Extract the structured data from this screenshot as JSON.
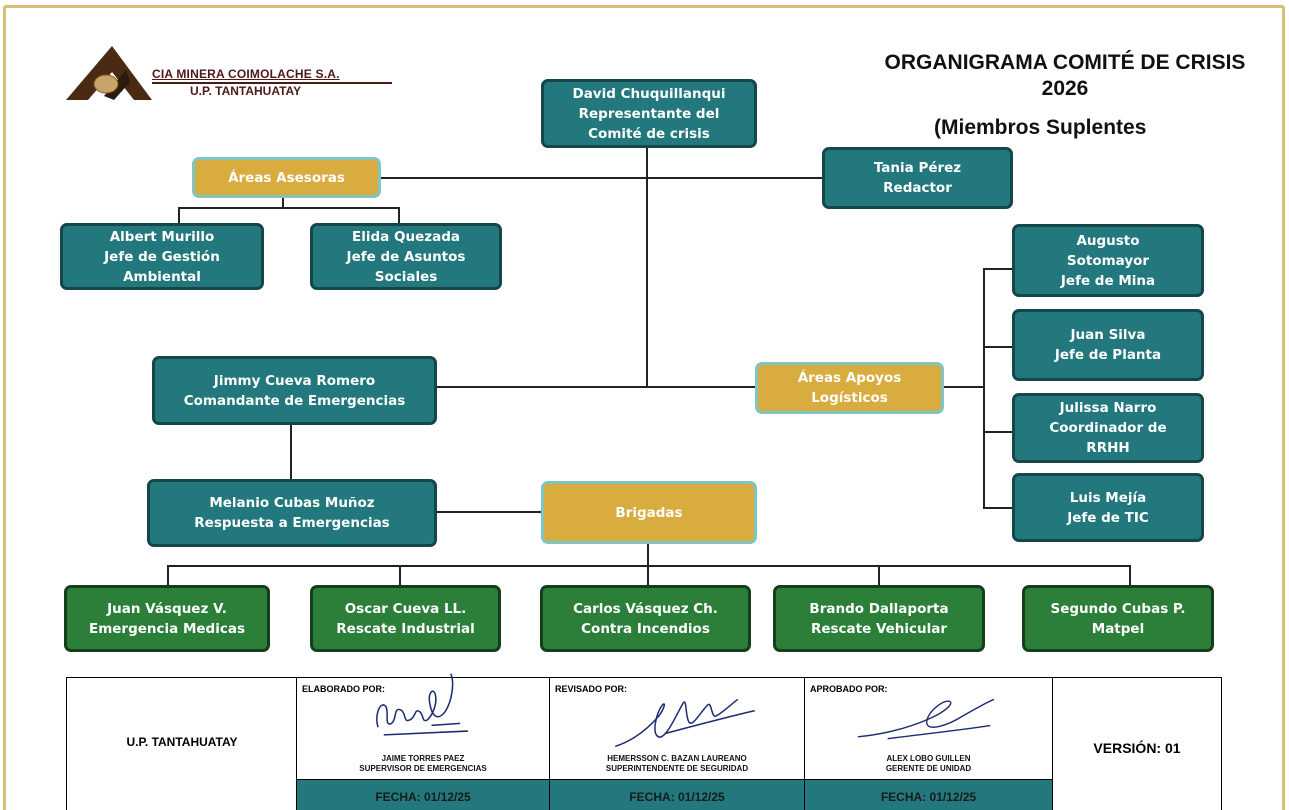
{
  "header": {
    "company_name": "CIA MINERA COIMOLACHE S.A.",
    "company_unit": "U.P. TANTAHUATAY",
    "title": "ORGANIGRAMA COMITÉ DE CRISIS  2026",
    "subtitle": "(Miembros Suplentes"
  },
  "org": {
    "representative": {
      "name": "David Chuquillanqui",
      "role": "Representante del Comité de crisis"
    },
    "advisory_areas": "Áreas Asesoras",
    "editor": {
      "name": "Tania Pérez",
      "role": "Redactor"
    },
    "advisors": [
      {
        "name": "Albert Murillo",
        "role": "Jefe de Gestión Ambiental"
      },
      {
        "name": "Elida Quezada",
        "role": "Jefe de Asuntos Sociales"
      }
    ],
    "commander": {
      "name": "Jimmy Cueva Romero",
      "role": "Comandante de Emergencias"
    },
    "logistics_areas": "Áreas Apoyos Logísticos",
    "logistics": [
      {
        "name": "Augusto Sotomayor",
        "role": "Jefe de Mina"
      },
      {
        "name": "Juan Silva",
        "role": "Jefe de Planta"
      },
      {
        "name": "Julissa Narro",
        "role": "Coordinador de RRHH"
      },
      {
        "name": "Luis Mejía",
        "role": "Jefe de TIC"
      }
    ],
    "response": {
      "name": "Melanio Cubas Muñoz",
      "role": "Respuesta a Emergencias"
    },
    "brigades_label": "Brigadas",
    "brigades": [
      {
        "name": "Juan Vásquez V.",
        "role": "Emergencia Medicas"
      },
      {
        "name": "Oscar Cueva LL.",
        "role": "Rescate Industrial"
      },
      {
        "name": "Carlos Vásquez Ch.",
        "role": "Contra Incendios"
      },
      {
        "name": "Brando Dallaporta",
        "role": "Rescate  Vehicular"
      },
      {
        "name": "Segundo Cubas P.",
        "role": "Matpel"
      }
    ]
  },
  "footer": {
    "unit": "U.P. TANTAHUATAY",
    "elaborated": {
      "label": "ELABORADO POR:",
      "name": "JAIME TORRES PAEZ",
      "title": "SUPERVISOR DE EMERGENCIAS",
      "date": "FECHA: 01/12/25"
    },
    "reviewed": {
      "label": "REVISADO POR:",
      "name": "HEMERSSON C. BAZAN LAUREANO",
      "title": "SUPERINTENDENTE DE SEGURIDAD",
      "date": "FECHA: 01/12/25"
    },
    "approved": {
      "label": "APROBADO POR:",
      "name": "ALEX LOBO GUILLEN",
      "title": "GERENTE DE UNIDAD",
      "date": "FECHA: 01/12/25"
    },
    "version": "VERSIÓN:  01"
  },
  "colors": {
    "box_teal": "#22787c",
    "box_gold": "#d8ac3e",
    "box_green": "#2b7f38",
    "frame_gold": "#d9c07a"
  }
}
